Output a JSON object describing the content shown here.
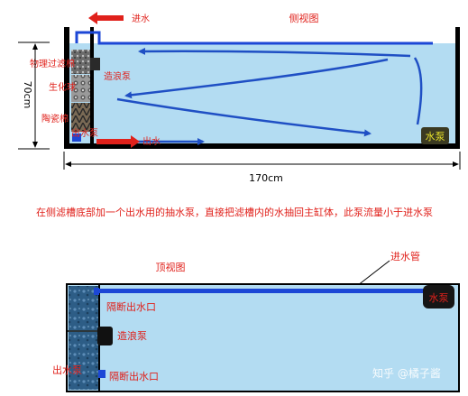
{
  "side_view": {
    "title": "侧视图",
    "water_in_label": "进水",
    "water_out_label": "出水",
    "filter_label": "物理过滤棉",
    "bio_label": "生化球",
    "ceramic_label": "陶瓷棉",
    "outlet_pump_label": "出水泵",
    "wave_pump_label": "造浪泵",
    "pump_label": "水泵",
    "height_label": "70cm",
    "width_label": "170cm"
  },
  "description": "在侧滤槽底部加一个出水用的抽水泵，直接把滤槽内的水抽回主缸体，此泵流量小于进水泵",
  "top_view": {
    "title": "顶视图",
    "inlet_pipe_label": "进水管",
    "pump_label": "水泵",
    "outlet_upper_label": "隔断出水口",
    "wave_pump_label": "造浪泵",
    "outlet_pump_label": "出水泵",
    "outlet_lower_label": "隔断出水口"
  },
  "watermark": "知乎 @橘子酱",
  "colors": {
    "water": "#b3dcf2",
    "tank_wall": "#000000",
    "label_red": "#e0211b",
    "flow_blue": "#1f4fc4",
    "filter_dark": "#3a3a3a"
  }
}
